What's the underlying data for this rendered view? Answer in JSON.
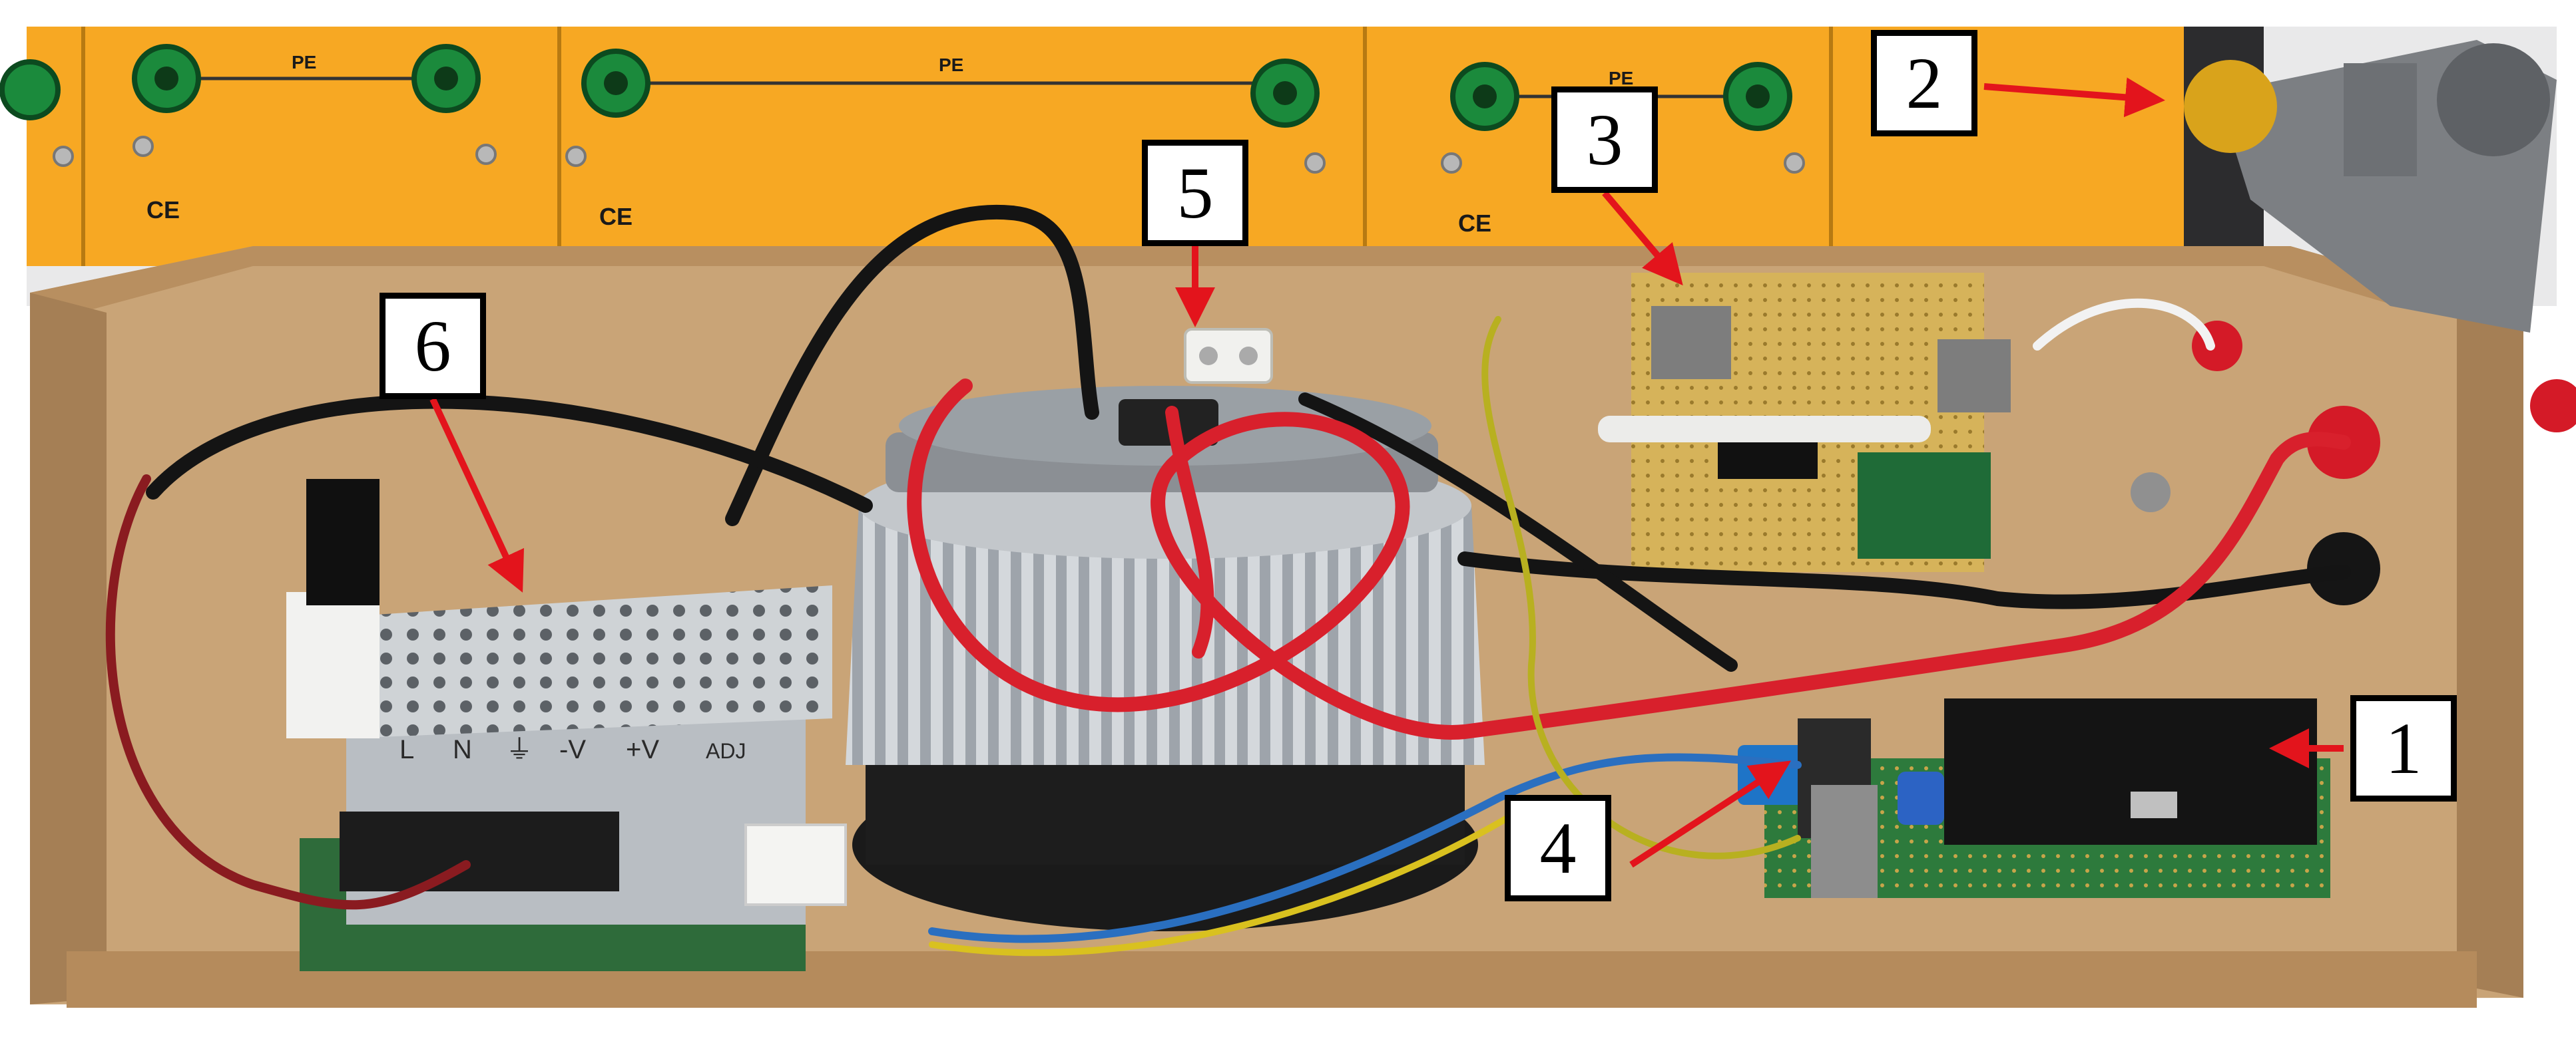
{
  "panel_silkscreen": {
    "pe_label": "PE",
    "ce_mark": "CE"
  },
  "psu_terminal_labels": [
    "L",
    "N",
    "⏚",
    "-V",
    "+V",
    "ADJ"
  ],
  "callouts": [
    {
      "id": "1",
      "label": "1",
      "target": "ESP32 microcontroller board"
    },
    {
      "id": "2",
      "label": "2",
      "target": "potentiometer with gear knob"
    },
    {
      "id": "3",
      "label": "3",
      "target": "perfboard circuit with terminal blocks"
    },
    {
      "id": "4",
      "label": "4",
      "target": "power transistor / driver board"
    },
    {
      "id": "5",
      "label": "5",
      "target": "load resistor mounted on heatsink"
    },
    {
      "id": "6",
      "label": "6",
      "target": "switching power supply"
    }
  ],
  "colors": {
    "panel_orange": "#f7a823",
    "enclosure_wood": "#c9a477",
    "heatsink": "#b7bcc2",
    "wire_red": "#d8202c",
    "wire_black": "#141414",
    "callout_arrow": "#e3141c"
  }
}
